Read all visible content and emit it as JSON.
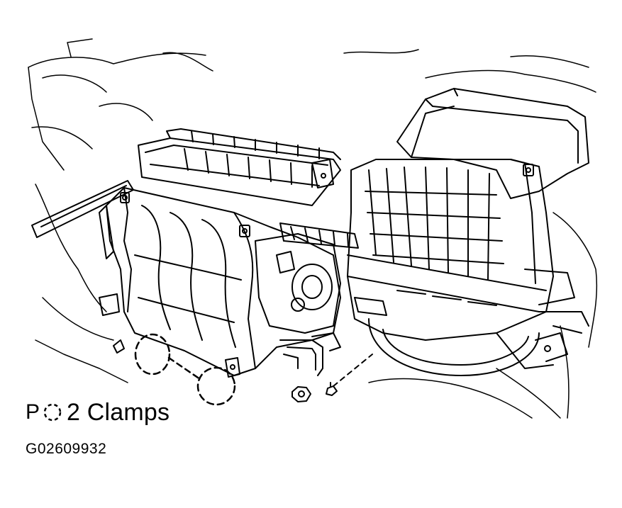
{
  "callout": {
    "prefix": "P",
    "icon": "dashed-circle-clamp-icon",
    "label": "2 Clamps"
  },
  "figure_code": "G02609932",
  "colors": {
    "ink": "#000000",
    "paper": "#ffffff"
  }
}
